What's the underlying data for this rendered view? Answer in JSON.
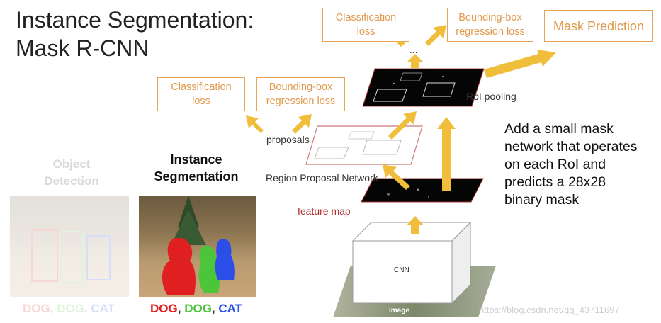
{
  "title": {
    "line1": "Instance Segmentation:",
    "line2": "Mask R-CNN"
  },
  "boxes": {
    "cls_top": {
      "line1": "Classification",
      "line2": "loss"
    },
    "bbox_top": {
      "line1": "Bounding-box",
      "line2": "regression loss"
    },
    "mask_prediction": "Mask Prediction",
    "cls_mid": {
      "line1": "Classification",
      "line2": "loss"
    },
    "bbox_mid": {
      "line1": "Bounding-box",
      "line2": "regression loss"
    }
  },
  "labels": {
    "ellipsis": "...",
    "roi_pooling": "RoI pooling",
    "proposals": "proposals",
    "rpn": "Region Proposal Network",
    "feature_map": "feature map",
    "cnn": "CNN",
    "image": "image"
  },
  "description": {
    "line1": "Add a small mask",
    "line2": "network that operates",
    "line3": "on each RoI and",
    "line4": "predicts a 28x28",
    "line5": "binary mask"
  },
  "object_detection": {
    "heading1": "Object",
    "heading2": "Detection",
    "caption": {
      "a": "DOG",
      "sep1": ", ",
      "b": "DOG",
      "sep2": ", ",
      "c": "CAT"
    }
  },
  "instance_segmentation": {
    "heading1": "Instance",
    "heading2": "Segmentation",
    "caption": {
      "a": "DOG",
      "sep1": ", ",
      "b": "DOG",
      "sep2": ", ",
      "c": "CAT"
    }
  },
  "colors": {
    "arrow": "#f0be3a",
    "box_border": "#e8a55a",
    "dog1": "#e02020",
    "dog2": "#4cc53a",
    "cat": "#2b4ee8",
    "feature_map_text": "#b03030"
  },
  "watermark": "https://blog.csdn.net/qq_43711697"
}
